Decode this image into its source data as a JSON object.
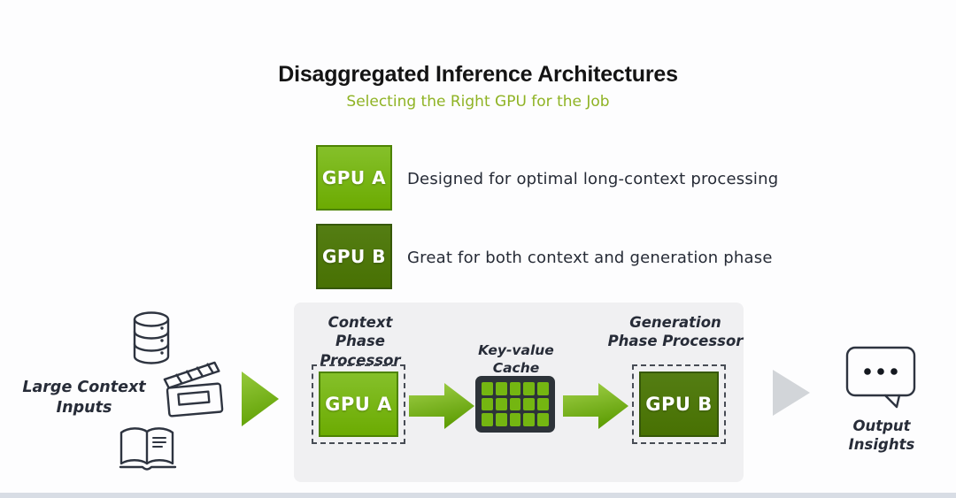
{
  "page": {
    "title": "Disaggregated Inference Architectures",
    "subtitle": "Selecting the Right GPU for the Job"
  },
  "legend": {
    "items": [
      {
        "gpu_label": "GPU A",
        "description": "Designed for optimal long-context processing"
      },
      {
        "gpu_label": "GPU B",
        "description": "Great for both context and generation phase"
      }
    ]
  },
  "flow": {
    "input": {
      "label": "Large Context Inputs",
      "icons": [
        "database-icon",
        "clapperboard-icon",
        "open-book-icon"
      ]
    },
    "context_processor": {
      "label": "Context Phase Processor",
      "gpu_label": "GPU A"
    },
    "kv_cache": {
      "label": "Key-value Cache",
      "grid_rows": 3,
      "grid_cols": 5
    },
    "generation_processor": {
      "label": "Generation Phase Processor",
      "gpu_label": "GPU B"
    },
    "output": {
      "label": "Output Insights",
      "icon": "chat-bubble-icon"
    }
  },
  "colors": {
    "nvidia_green": "#76b900",
    "gpu_b_green": "#4e7d05",
    "subtitle_green": "#8fb324",
    "panel_background": "#f0f0f2",
    "cache_background": "#2d3339",
    "cache_cell_green": "#74b611",
    "gray_arrow": "#d2d5d9"
  }
}
